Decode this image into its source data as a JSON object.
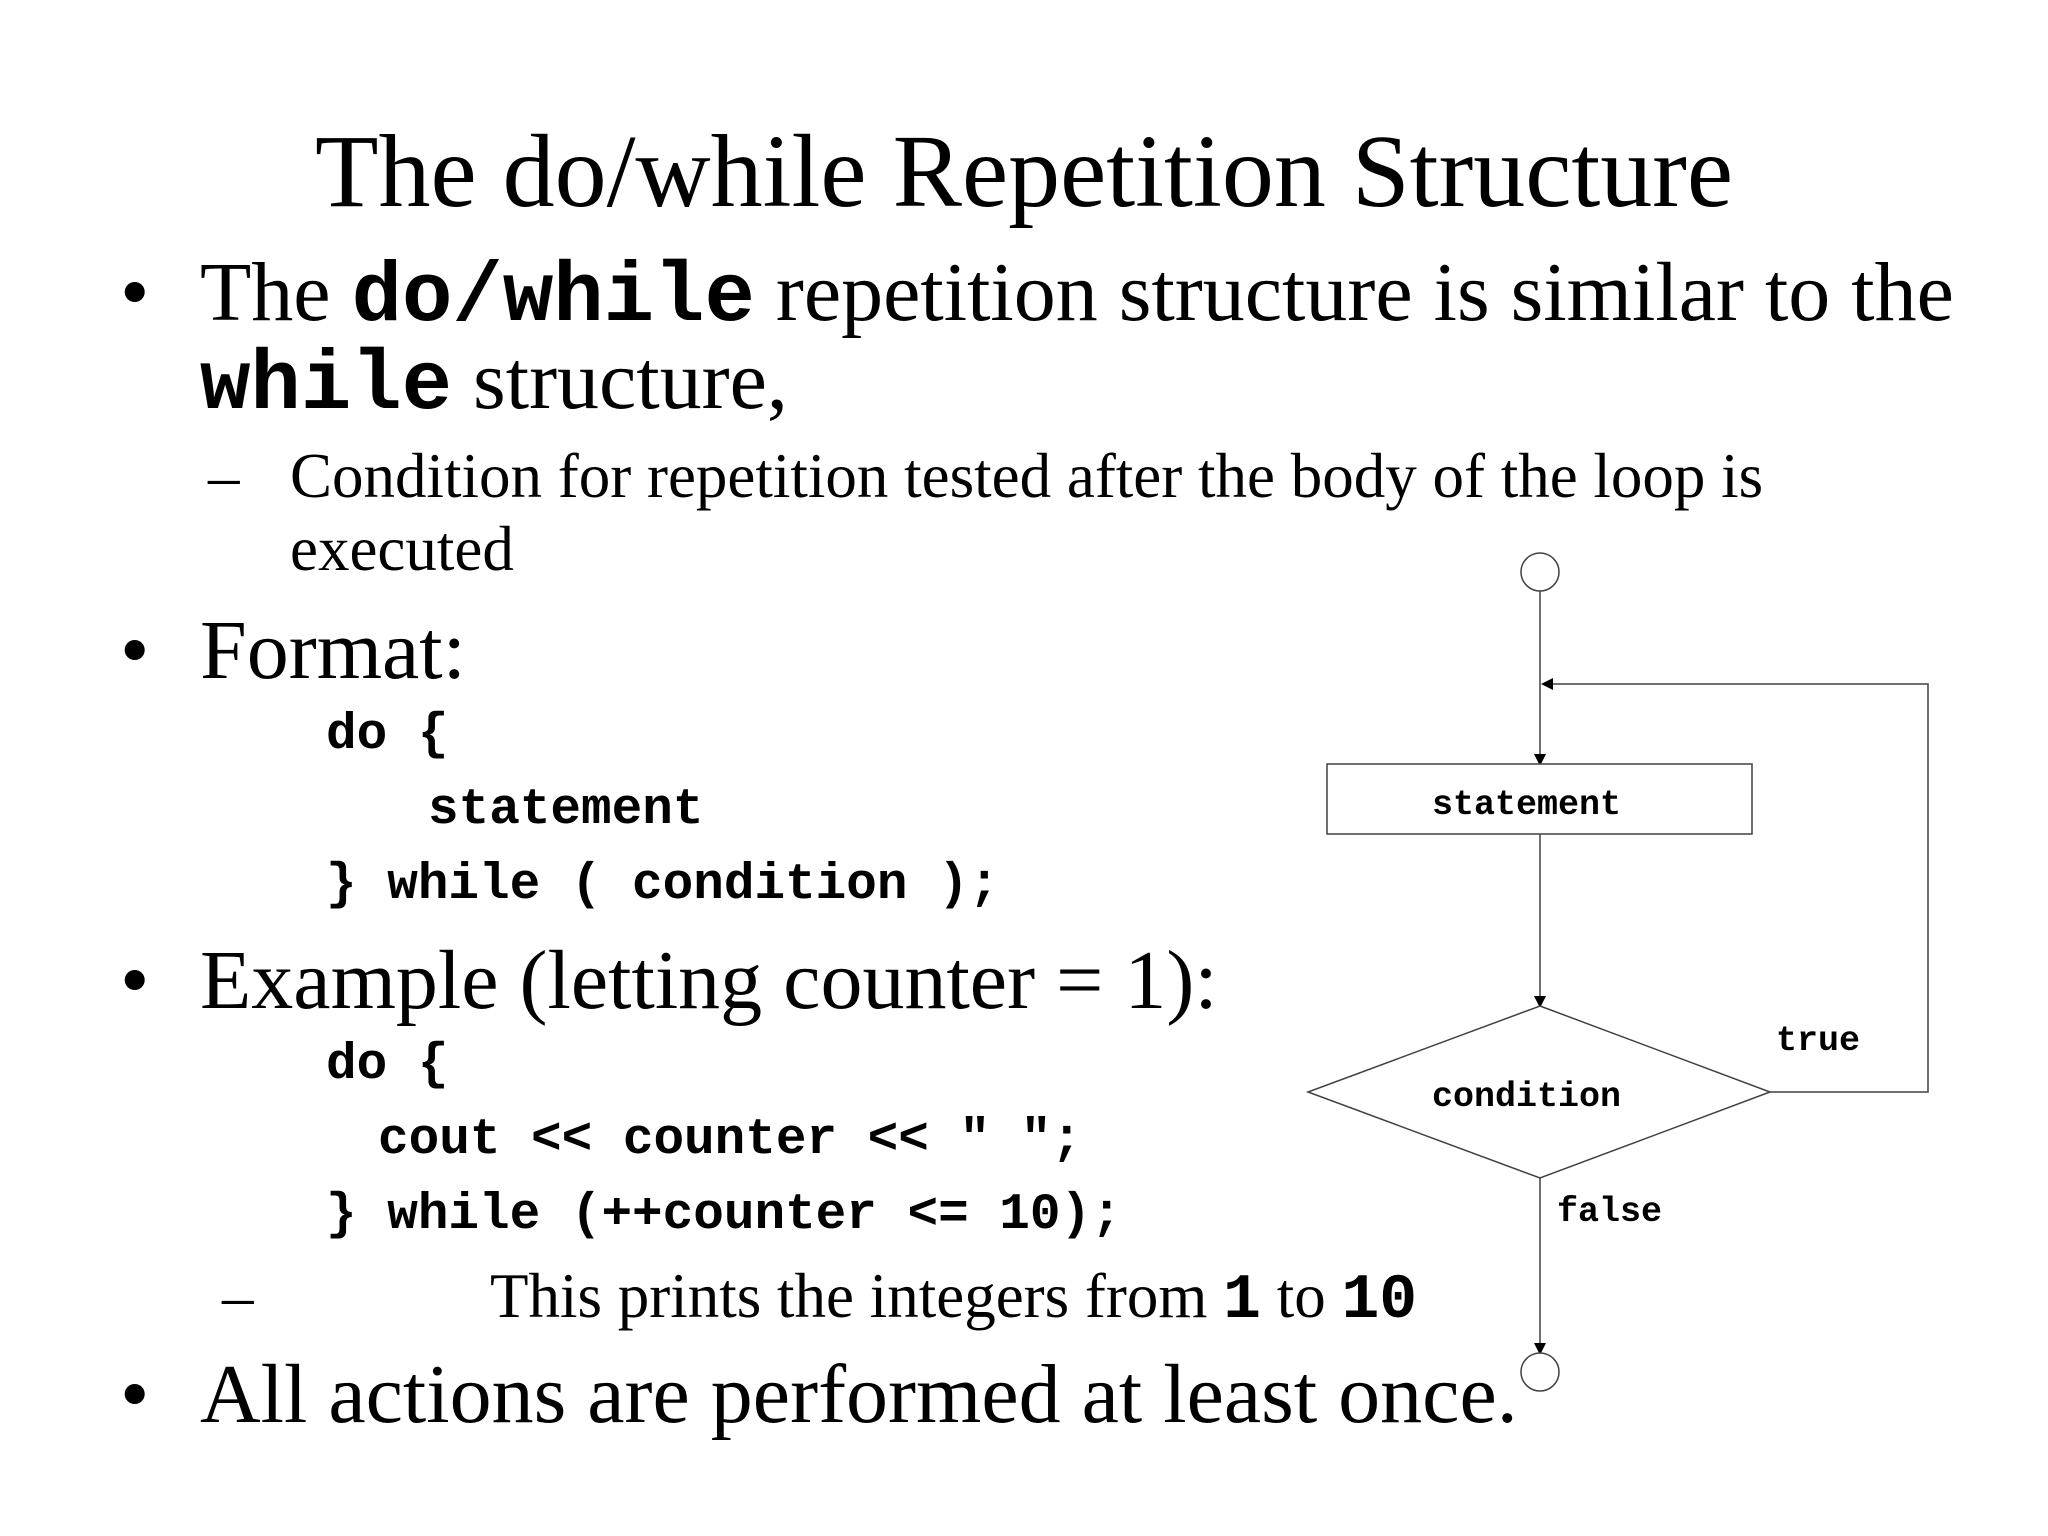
{
  "title": "The do/while Repetition Structure",
  "bullet_glyph": "•",
  "dash_glyph": "–",
  "bullet1": {
    "line1_a": "The ",
    "line1_code": "do/while",
    "line1_b": " repetition structure is similar to the",
    "line2_code": "while",
    "line2_b": " structure,"
  },
  "sub1": {
    "line1": "Condition for repetition tested after the body of the loop is",
    "line2": "executed"
  },
  "bullet2": {
    "text": "Format:"
  },
  "format_code": {
    "line1": "do {",
    "line2": "statement",
    "line3": "} while ( condition );"
  },
  "bullet3": {
    "text": "Example (letting counter = 1):"
  },
  "example_code": {
    "line1": "do {",
    "line2": "cout << counter << \" \";",
    "line3": "} while (++counter <= 10);"
  },
  "sub2": {
    "text_a": "This prints the integers from ",
    "code_a": "1",
    "text_b": " to ",
    "code_b": "10"
  },
  "bullet4": {
    "text": "All actions are performed at least once."
  },
  "flowchart": {
    "statement_label": "statement",
    "condition_label": "condition",
    "true_label": "true",
    "false_label": "false"
  }
}
